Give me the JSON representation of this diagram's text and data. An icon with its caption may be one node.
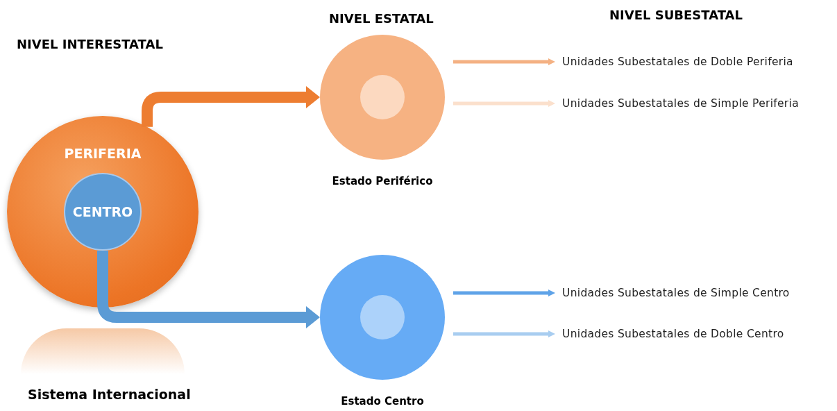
{
  "diagram": {
    "nodes": [
      {
        "text": [
          "PERIFERIA"
        ]
      },
      {
        "text": [
          "CENTRO"
        ],
        "in": 0
      },
      {
        "text": [
          "Estado Periférico"
        ]
      },
      {
        "text": [
          "Estado Centro"
        ]
      },
      {
        "text": [
          "Unidades Subestatales de Doble Periferia"
        ]
      },
      {
        "text": [
          "Unidades Subestatales de Simple Periferia"
        ]
      },
      {
        "text": [
          "Unidades Subestatales de Simple Centro"
        ]
      },
      {
        "text": [
          "Unidades Subestatales de Doble Centro"
        ]
      },
      {
        "text": [],
        "shape": "circle"
      }
    ],
    "edges": [
      {
        "from": 0,
        "to": 2,
        "arrow": "to",
        "style": "thick",
        "color": "#ed7d31"
      },
      {
        "from": 1,
        "to": 3,
        "arrow": "to",
        "style": "thick",
        "color": "#5b9bd5"
      },
      {
        "from": 2,
        "to": 4,
        "arrow": "to",
        "color": "#f4b183"
      },
      {
        "from": 2,
        "to": 5,
        "arrow": "to",
        "color": "#fbe0cc"
      },
      {
        "from": 3,
        "to": 6,
        "arrow": "to",
        "color": "#5fa3e8"
      },
      {
        "from": 3,
        "to": 7,
        "arrow": "to",
        "color": "#a8cdf0"
      }
    ],
    "labels": [
      "NIVEL INTERESTATAL",
      "NIVEL ESTATAL",
      "NIVEL SUBESTATAL",
      "Sistema Internacional"
    ]
  }
}
